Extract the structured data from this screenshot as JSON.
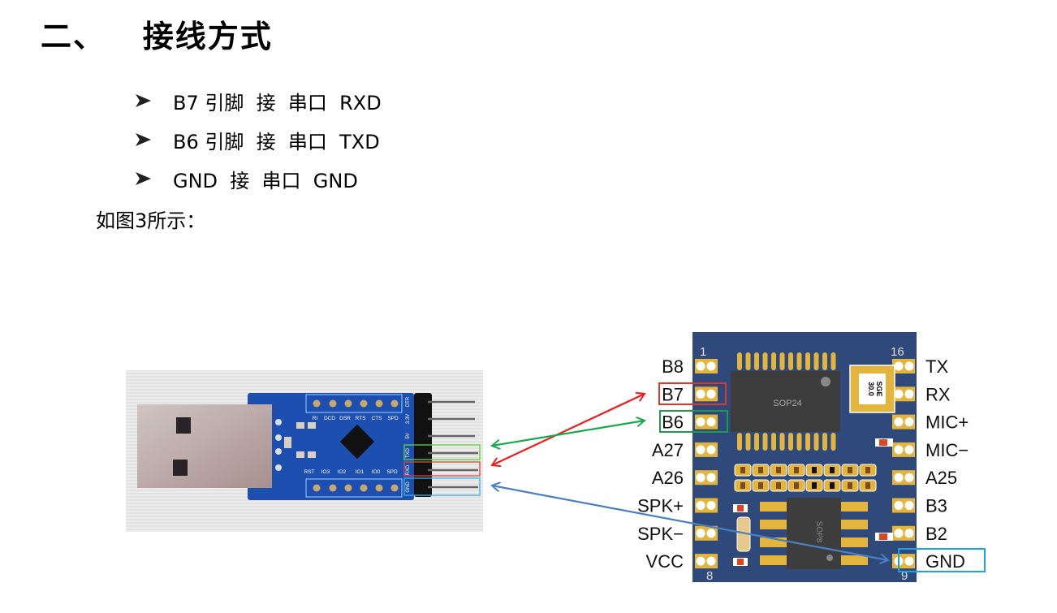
{
  "heading": "二、   接线方式",
  "bullets": [
    {
      "text": "B7 引脚  接  串口  RXD"
    },
    {
      "text": "B6 引脚  接  串口  TXD"
    },
    {
      "text": "GND  接  串口  GND"
    }
  ],
  "caption": "如图3所示：",
  "usb_adapter": {
    "top_pin_labels": [
      "RI",
      "DCD",
      "DSR",
      "RTS",
      "CTS",
      "SPD"
    ],
    "bottom_pin_labels": [
      "RST",
      "IO3",
      "IO2",
      "IO1",
      "IO0",
      "SPD"
    ],
    "header_pins": [
      "DTR",
      "3.3V",
      "5V",
      "TXD",
      "RXD",
      "GND"
    ]
  },
  "module": {
    "left_pins": [
      "B8",
      "B7",
      "B6",
      "A27",
      "A26",
      "SPK+",
      "SPK−",
      "VCC"
    ],
    "right_pins": [
      "TX",
      "RX",
      "MIC+",
      "MIC−",
      "A25",
      "B3",
      "B2",
      "GND"
    ],
    "pin_numbers": {
      "top_left": "1",
      "top_right": "16",
      "bottom_left": "8",
      "bottom_right": "9"
    },
    "chip_main": "SOP24",
    "chip_amp": "SOP8",
    "crystal": [
      "30.0",
      "SGE"
    ]
  },
  "colors": {
    "rx_link": "#ee1c1c",
    "tx_link": "#19a94a",
    "gnd_link": "#4a7fc1",
    "gnd_box": "#1aa3dc",
    "pcb_blue": "#2f4a7a",
    "usb_pcb": "#1d4fb0",
    "pad_gold": "#e3b53c"
  }
}
